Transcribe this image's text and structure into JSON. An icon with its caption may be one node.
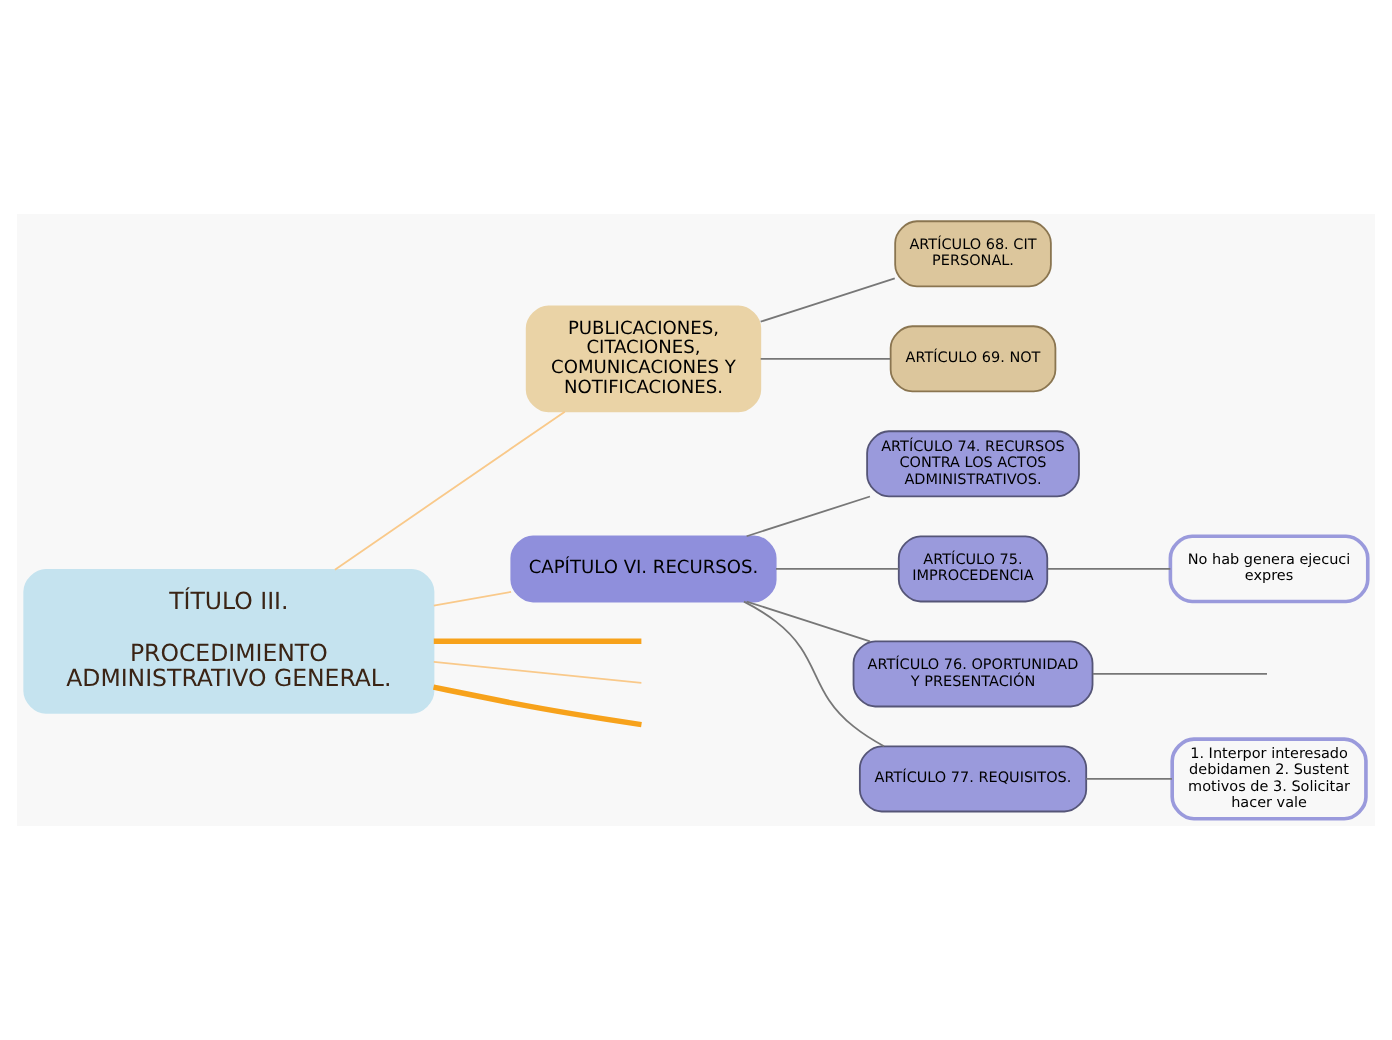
{
  "diagram": {
    "nodes": [
      {
        "text": [
          "TÍTULO III.",
          "PROCEDIMIENTO ADMINISTRATIVO GENERAL."
        ]
      },
      {
        "text": [
          "PUBLICACIONES, CITACIONES, COMUNICACIONES Y NOTIFICACIONES."
        ]
      },
      {
        "text": [
          "ARTÍCULO 68. CIT PERSONAL."
        ]
      },
      {
        "text": [
          "ARTÍCULO 69. NOT"
        ]
      },
      {
        "text": [
          "CAPÍTULO VI. RECURSOS."
        ]
      },
      {
        "text": [
          "ARTÍCULO 74. RECURSOS CONTRA LOS ACTOS ADMINISTRATIVOS."
        ]
      },
      {
        "text": [
          "ARTÍCULO 75. IMPROCEDENCIA"
        ]
      },
      {
        "text": [
          "No hab genera ejecuci expres"
        ]
      },
      {
        "text": [
          "ARTÍCULO 76. OPORTUNIDAD Y PRESENTACIÓN"
        ]
      },
      {
        "text": [
          "ARTÍCULO 77. REQUISITOS."
        ]
      },
      {
        "text": [
          "1. Interpor interesado debidamen 2. Sustent motivos de 3. Solicitar hacer vale"
        ]
      }
    ],
    "edges": [
      {
        "from": 0,
        "to": null,
        "arrow": "none",
        "style": "thick",
        "color": "#f7a21b"
      },
      {
        "from": 0,
        "to": 1,
        "arrow": "none",
        "color": "#f9c98a"
      },
      {
        "from": 1,
        "to": 2,
        "arrow": "none"
      },
      {
        "from": 1,
        "to": 3,
        "arrow": "none"
      },
      {
        "from": 0,
        "to": null,
        "arrow": "none",
        "color": "#f9c98a"
      },
      {
        "from": 0,
        "to": 4,
        "arrow": "none",
        "color": "#f9c98a"
      },
      {
        "from": 4,
        "to": 5,
        "arrow": "none"
      },
      {
        "from": 4,
        "to": 6,
        "arrow": "none"
      },
      {
        "from": 6,
        "to": 7,
        "arrow": "none"
      },
      {
        "from": 4,
        "to": 8,
        "arrow": "none"
      },
      {
        "from": 8,
        "to": null,
        "arrow": "none"
      },
      {
        "from": 4,
        "to": 9,
        "arrow": "none"
      },
      {
        "from": 9,
        "to": 10,
        "arrow": "none"
      },
      {
        "from": 0,
        "to": null,
        "arrow": "none",
        "style": "thick",
        "color": "#f7a21b"
      }
    ]
  }
}
